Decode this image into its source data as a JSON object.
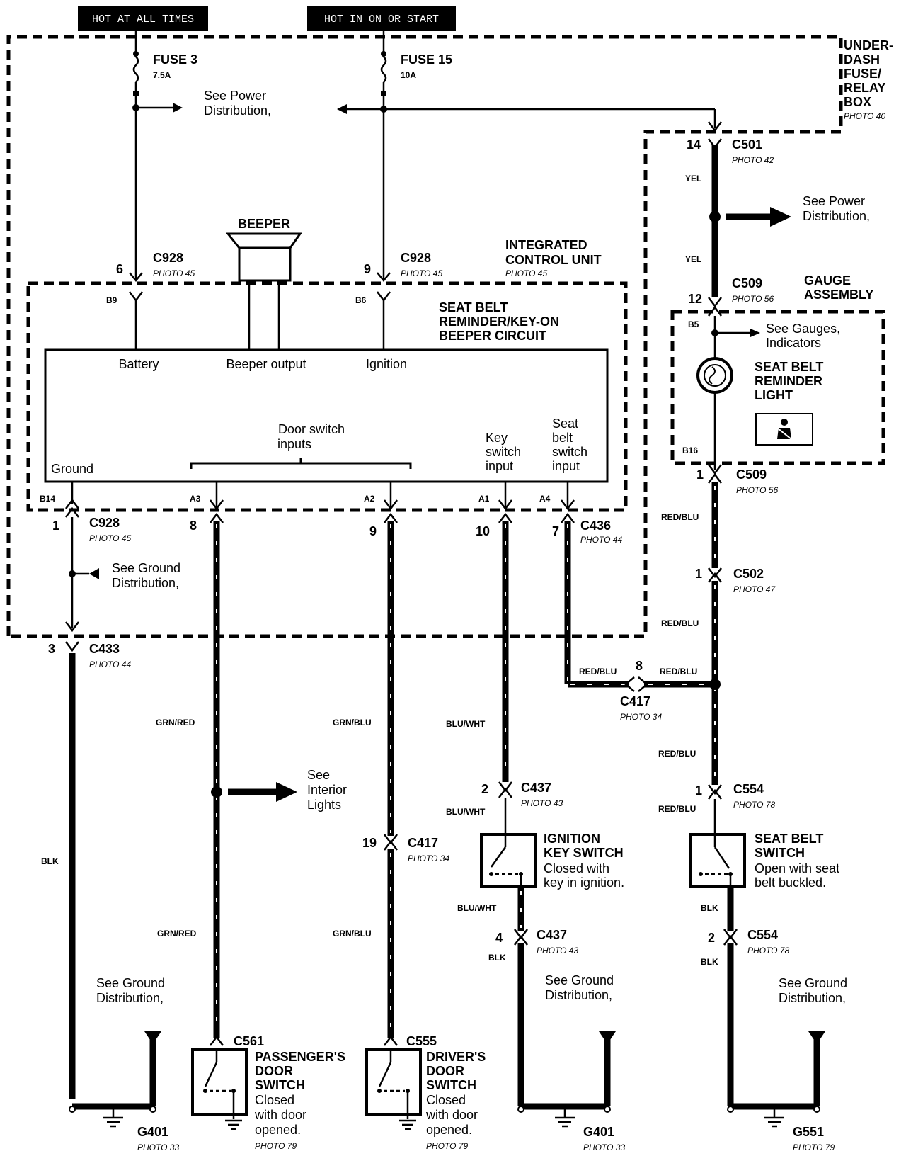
{
  "top_tags": {
    "hot_always": "HOT AT ALL TIMES",
    "hot_on_start": "HOT IN ON OR START"
  },
  "fuses": {
    "fuse3": {
      "name": "FUSE 3",
      "rating": "7.5A"
    },
    "fuse15": {
      "name": "FUSE 15",
      "rating": "10A"
    }
  },
  "fuse_box": {
    "lines": [
      "UNDER-",
      "DASH",
      "FUSE/",
      "RELAY",
      "BOX"
    ],
    "photo": "PHOTO 40"
  },
  "see_power_left": [
    "See Power",
    "Distribution,"
  ],
  "see_power_right": [
    "See Power",
    "Distribution,"
  ],
  "beeper": "BEEPER",
  "icu": {
    "lines": [
      "INTEGRATED",
      "CONTROL UNIT"
    ],
    "photo": "PHOTO 45"
  },
  "circuit_title": [
    "SEAT BELT",
    "REMINDER/KEY-ON",
    "BEEPER CIRCUIT"
  ],
  "c928_left": {
    "pin": "6",
    "name": "C928",
    "photo": "PHOTO 45",
    "term": "B9"
  },
  "c928_mid": {
    "pin": "9",
    "name": "C928",
    "photo": "PHOTO 45",
    "term": "B6"
  },
  "c928_ground": {
    "pin": "1",
    "name": "C928",
    "photo": "PHOTO 45",
    "term": "B14"
  },
  "unit_labels": {
    "battery": "Battery",
    "beeper_output": "Beeper output",
    "ignition": "Ignition",
    "ground": "Ground",
    "door_switch": [
      "Door switch",
      "inputs"
    ],
    "key_switch": [
      "Key",
      "switch",
      "input"
    ],
    "seat_belt_switch": [
      "Seat",
      "belt",
      "switch",
      "input"
    ]
  },
  "terms": {
    "a3": "A3",
    "a2": "A2",
    "a1": "A1",
    "a4": "A4"
  },
  "c436": {
    "pins": [
      "8",
      "9",
      "10",
      "7"
    ],
    "name": "C436",
    "photo": "PHOTO 44"
  },
  "see_ground_top": [
    "See Ground",
    "Distribution,"
  ],
  "c433": {
    "pin": "3",
    "name": "C433",
    "photo": "PHOTO 44"
  },
  "c501": {
    "pin": "14",
    "name": "C501",
    "photo": "PHOTO 42"
  },
  "c509_top": {
    "pin": "12",
    "name": "C509",
    "photo": "PHOTO 56"
  },
  "c509_bot": {
    "pin": "1",
    "name": "C509",
    "photo": "PHOTO 56"
  },
  "gauge_assembly": [
    "GAUGE",
    "ASSEMBLY"
  ],
  "gauge_terms": {
    "b5": "B5",
    "b16": "B16"
  },
  "see_gauges": [
    "See Gauges,",
    "Indicators"
  ],
  "reminder_light": [
    "SEAT BELT",
    "REMINDER",
    "LIGHT"
  ],
  "c502": {
    "pin": "1",
    "name": "C502",
    "photo": "PHOTO 47"
  },
  "c417_top": {
    "pin": "8",
    "name": "C417",
    "photo": "PHOTO 34"
  },
  "c417_mid": {
    "pin": "19",
    "name": "C417",
    "photo": "PHOTO 34"
  },
  "c554_top": {
    "pin": "1",
    "name": "C554",
    "photo": "PHOTO 78"
  },
  "c554_bot": {
    "pin": "2",
    "name": "C554",
    "photo": "PHOTO 78"
  },
  "c437_top": {
    "pin": "2",
    "name": "C437",
    "photo": "PHOTO 43"
  },
  "c437_bot": {
    "pin": "4",
    "name": "C437",
    "photo": "PHOTO 43"
  },
  "wires": {
    "yel": "YEL",
    "red_blu": "RED/BLU",
    "grn_red": "GRN/RED",
    "grn_blu": "GRN/BLU",
    "blu_wht": "BLU/WHT",
    "blk": "BLK"
  },
  "see_interior": [
    "See",
    "Interior",
    "Lights"
  ],
  "ignition_switch": [
    "IGNITION",
    "KEY SWITCH",
    "Closed with",
    "key in ignition."
  ],
  "seat_belt_switch": [
    "SEAT BELT",
    "SWITCH",
    "Open with seat",
    "belt buckled."
  ],
  "see_ground_left": [
    "See Ground",
    "Distribution,"
  ],
  "see_ground_mid": [
    "See Ground",
    "Distribution,"
  ],
  "see_ground_right": [
    "See Ground",
    "Distribution,"
  ],
  "c561": "C561",
  "c555": "C555",
  "passenger_switch": [
    "PASSENGER'S",
    "DOOR",
    "SWITCH",
    "Closed",
    "with door",
    "opened."
  ],
  "passenger_photo": "PHOTO 79",
  "driver_switch": [
    "DRIVER'S",
    "DOOR",
    "SWITCH",
    "Closed",
    "with door",
    "opened."
  ],
  "driver_photo": "PHOTO 79",
  "g401_left": {
    "name": "G401",
    "photo": "PHOTO 33"
  },
  "g401_mid": {
    "name": "G401",
    "photo": "PHOTO 33"
  },
  "g551": {
    "name": "G551",
    "photo": "PHOTO 79"
  }
}
